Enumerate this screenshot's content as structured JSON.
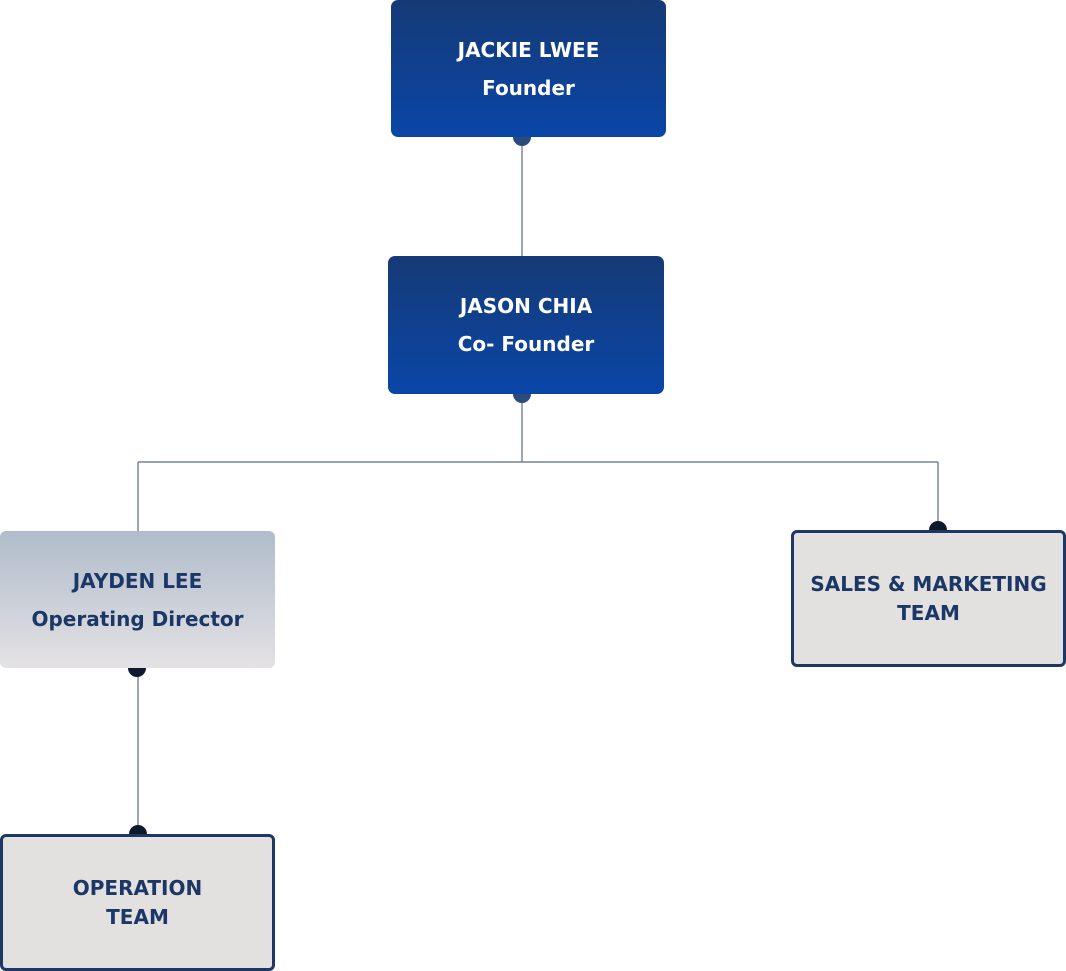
{
  "chart": {
    "nodes": {
      "jackie": {
        "name": "JACKIE LWEE",
        "role": "Founder"
      },
      "jason": {
        "name": "JASON CHIA",
        "role": "Co- Founder"
      },
      "jayden": {
        "name": "JAYDEN LEE",
        "role": "Operating Director"
      },
      "operation": {
        "line1": "OPERATION",
        "line2": "TEAM"
      },
      "sales": {
        "line1": "SALES & MARKETING",
        "line2": "TEAM"
      }
    },
    "colors": {
      "connector_line": "#5a6a85",
      "connector_dot_blue": "#2c4a7c",
      "connector_dot_dark": "#0d1a2e",
      "dark_box_top": "#163a76",
      "dark_box_bottom": "#0a46a8",
      "team_border": "#1d3766",
      "team_fill": "#e3e0e0",
      "text_dark": "#1a3766"
    }
  }
}
